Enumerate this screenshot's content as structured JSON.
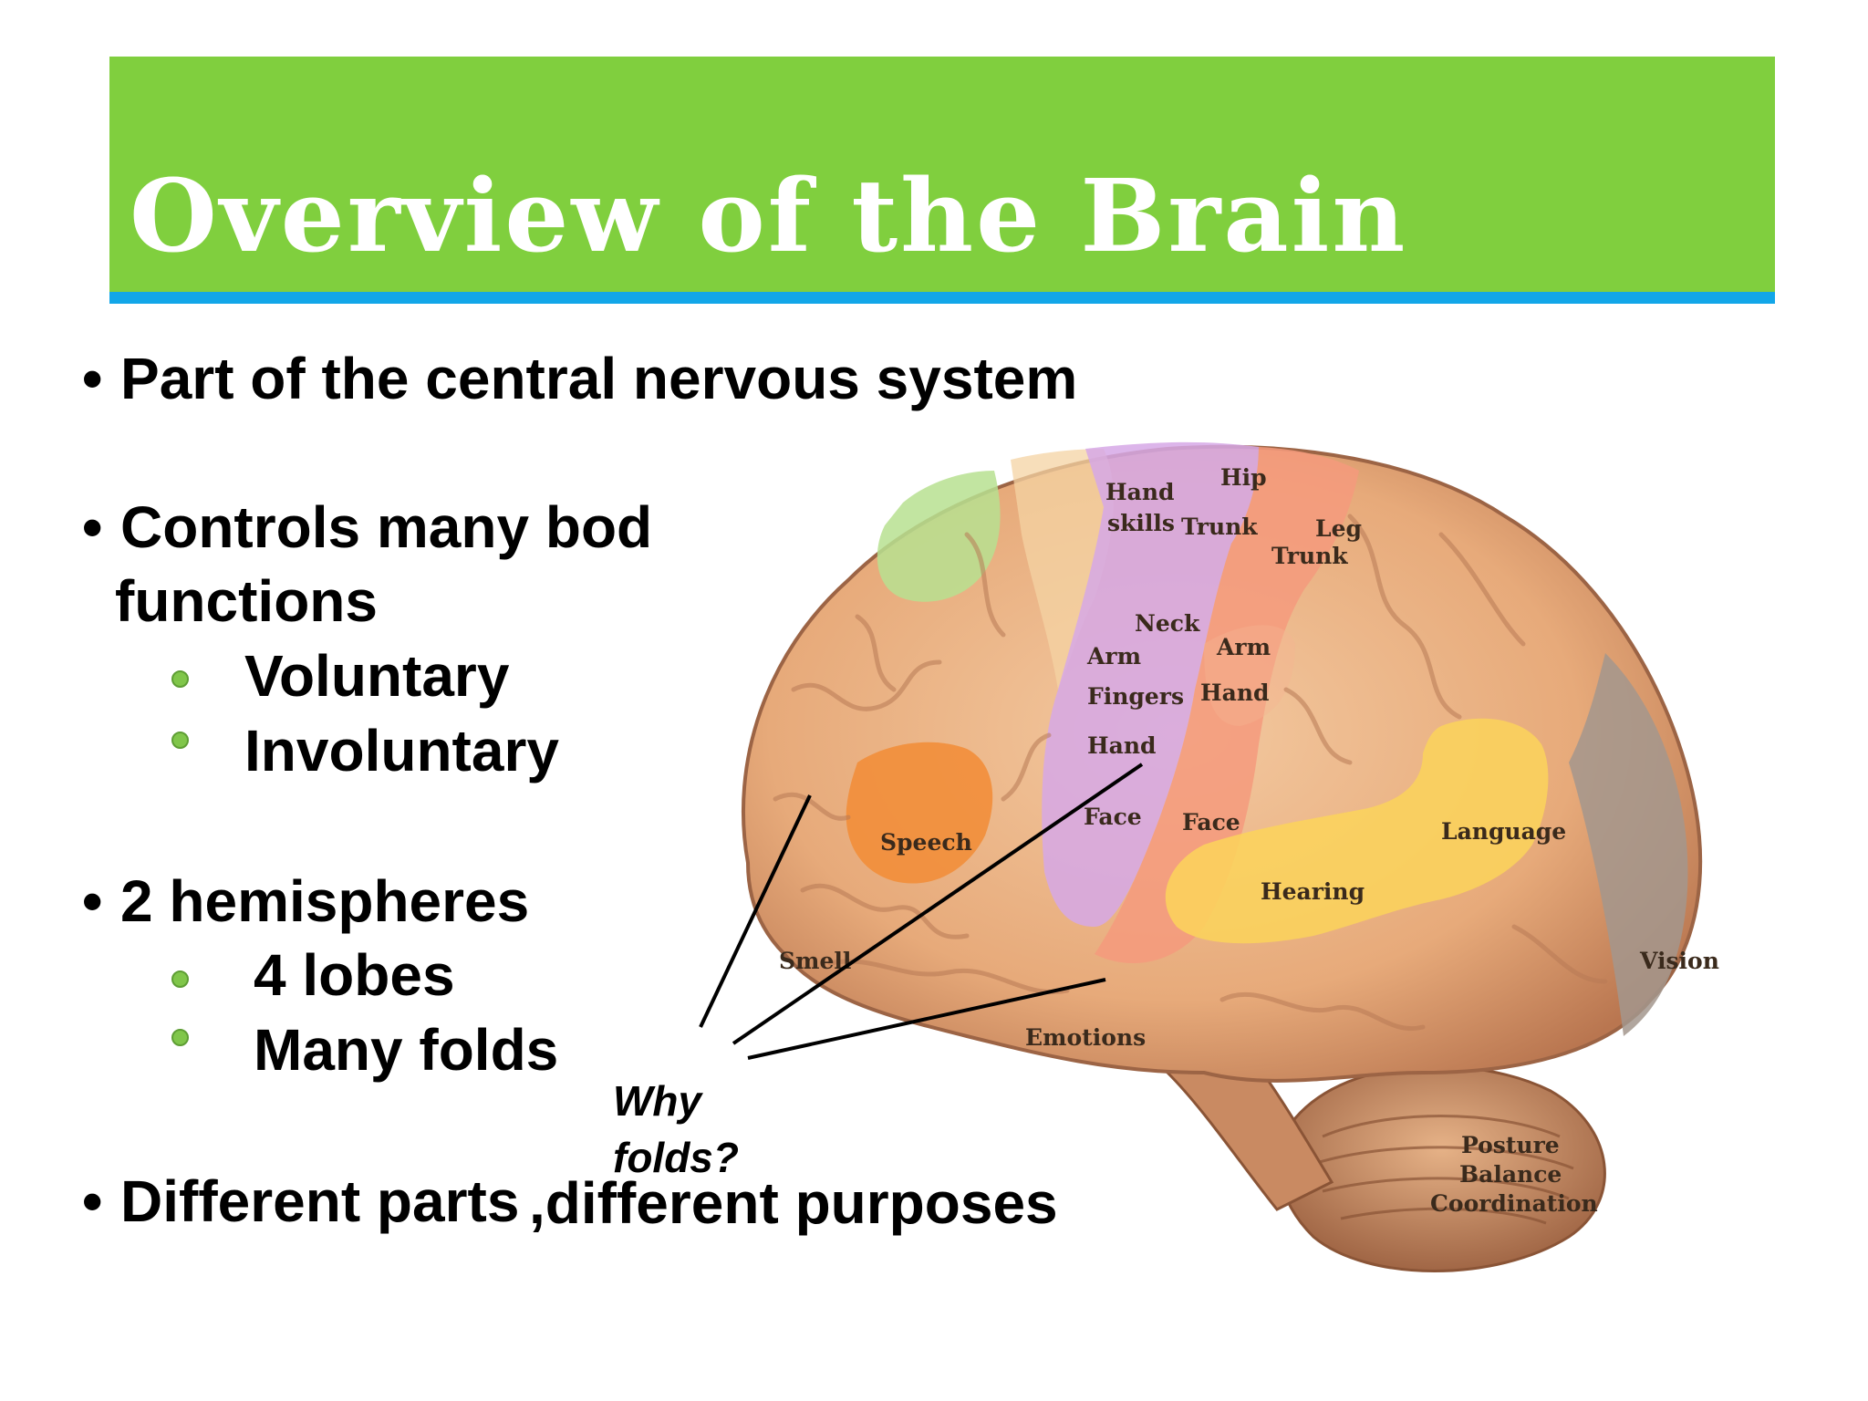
{
  "slide": {
    "title": "Overview of the Brain",
    "bullets": {
      "b1": "Part of the central nervous system",
      "b2_line1": "Controls many bod",
      "b2_line2": "functions",
      "b2_sub1": "Voluntary",
      "b2_sub2": "Involuntary",
      "b3": "2 hemispheres",
      "b3_sub1": "4 lobes",
      "b3_sub2": "Many folds",
      "b4_part1": "Different parts",
      "b4_part2": ",different purposes",
      "bullet_char": "•"
    },
    "callout": {
      "line1": "Why",
      "line2": "folds?"
    },
    "colors": {
      "title_bar": "#80cf3e",
      "title_rule": "#12a6e8",
      "sub_bullet": "#80c64a"
    }
  },
  "brain_labels": {
    "hand_skills_1": "Hand",
    "hand_skills_2": "skills",
    "hip": "Hip",
    "trunk_1": "Trunk",
    "leg": "Leg",
    "trunk_2": "Trunk",
    "neck": "Neck",
    "arm_1": "Arm",
    "arm_2": "Arm",
    "fingers": "Fingers",
    "hand_1": "Hand",
    "hand_2": "Hand",
    "face_1": "Face",
    "face_2": "Face",
    "speech": "Speech",
    "language": "Language",
    "hearing": "Hearing",
    "smell": "Smell",
    "vision": "Vision",
    "emotions": "Emotions",
    "posture": "Posture",
    "balance": "Balance",
    "coordination": "Coordination"
  }
}
